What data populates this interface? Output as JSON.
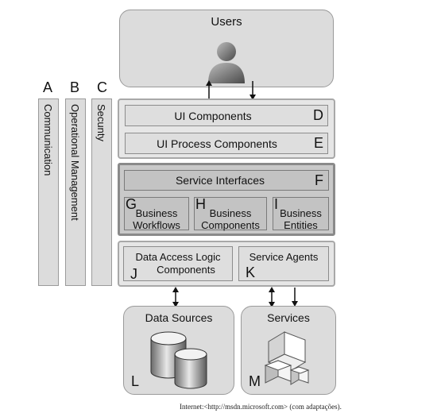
{
  "users": {
    "title": "Users"
  },
  "side": [
    {
      "letter": "A",
      "label": "Communication"
    },
    {
      "letter": "B",
      "label": "Operational Management"
    },
    {
      "letter": "C",
      "label": "Secunty"
    }
  ],
  "presentation": {
    "ui_components": {
      "label": "UI Components",
      "letter": "D"
    },
    "ui_process": {
      "label": "UI Process Components",
      "letter": "E"
    }
  },
  "business": {
    "service_interfaces": {
      "label": "Service Interfaces",
      "letter": "F"
    },
    "workflows": {
      "letter": "G",
      "line1": "Business",
      "line2": "Workflows"
    },
    "components": {
      "letter": "H",
      "line1": "Business",
      "line2": "Components"
    },
    "entities": {
      "letter": "I",
      "line1": "Business",
      "line2": "Entities"
    }
  },
  "data_layer": {
    "data_access": {
      "line1": "Data Access Logic",
      "line2": "Components",
      "letter": "J"
    },
    "service_agents": {
      "label": "Service Agents",
      "letter": "K"
    }
  },
  "data_sources": {
    "title": "Data Sources",
    "letter": "L"
  },
  "services": {
    "title": "Services",
    "letter": "M"
  },
  "caption": "Internet:<http://msdn.microsoft.com> (com adaptações)."
}
